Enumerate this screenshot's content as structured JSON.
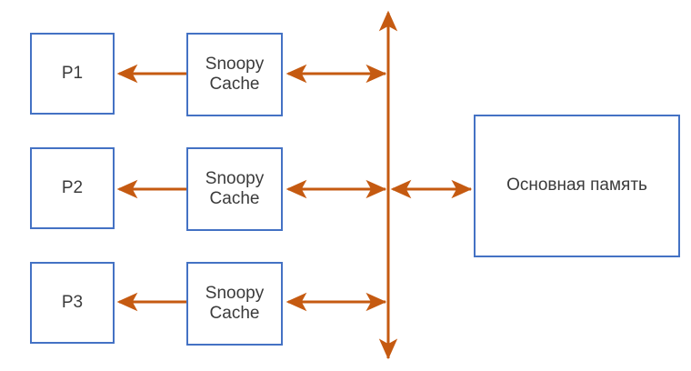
{
  "diagram": {
    "title": "Snoopy cache coherence bus diagram",
    "background_color": "#FFFFFF",
    "box_border_color": "#4472C4",
    "arrow_color": "#C55A11",
    "text_color": "#3B3B3B",
    "processors": [
      {
        "id": "p1",
        "label": "P1"
      },
      {
        "id": "p2",
        "label": "P2"
      },
      {
        "id": "p3",
        "label": "P3"
      }
    ],
    "caches": [
      {
        "id": "cache1",
        "label": "Snoopy\nCache"
      },
      {
        "id": "cache2",
        "label": "Snoopy\nCache"
      },
      {
        "id": "cache3",
        "label": "Snoopy\nCache"
      }
    ],
    "memory": {
      "id": "main-memory",
      "label": "Основная память"
    },
    "bus": {
      "id": "system-bus",
      "orientation": "vertical",
      "double_headed": true
    },
    "connections": [
      {
        "id": "p1-cache1",
        "from": "p1",
        "to": "cache1",
        "style": "double-arrow"
      },
      {
        "id": "cache1-bus",
        "from": "cache1",
        "to": "system-bus",
        "style": "double-arrow"
      },
      {
        "id": "p2-cache2",
        "from": "p2",
        "to": "cache2",
        "style": "double-arrow"
      },
      {
        "id": "cache2-bus",
        "from": "cache2",
        "to": "system-bus",
        "style": "double-arrow"
      },
      {
        "id": "p3-cache3",
        "from": "p3",
        "to": "cache3",
        "style": "double-arrow"
      },
      {
        "id": "cache3-bus",
        "from": "cache3",
        "to": "system-bus",
        "style": "double-arrow"
      },
      {
        "id": "bus-memory",
        "from": "system-bus",
        "to": "main-memory",
        "style": "double-arrow"
      }
    ]
  }
}
